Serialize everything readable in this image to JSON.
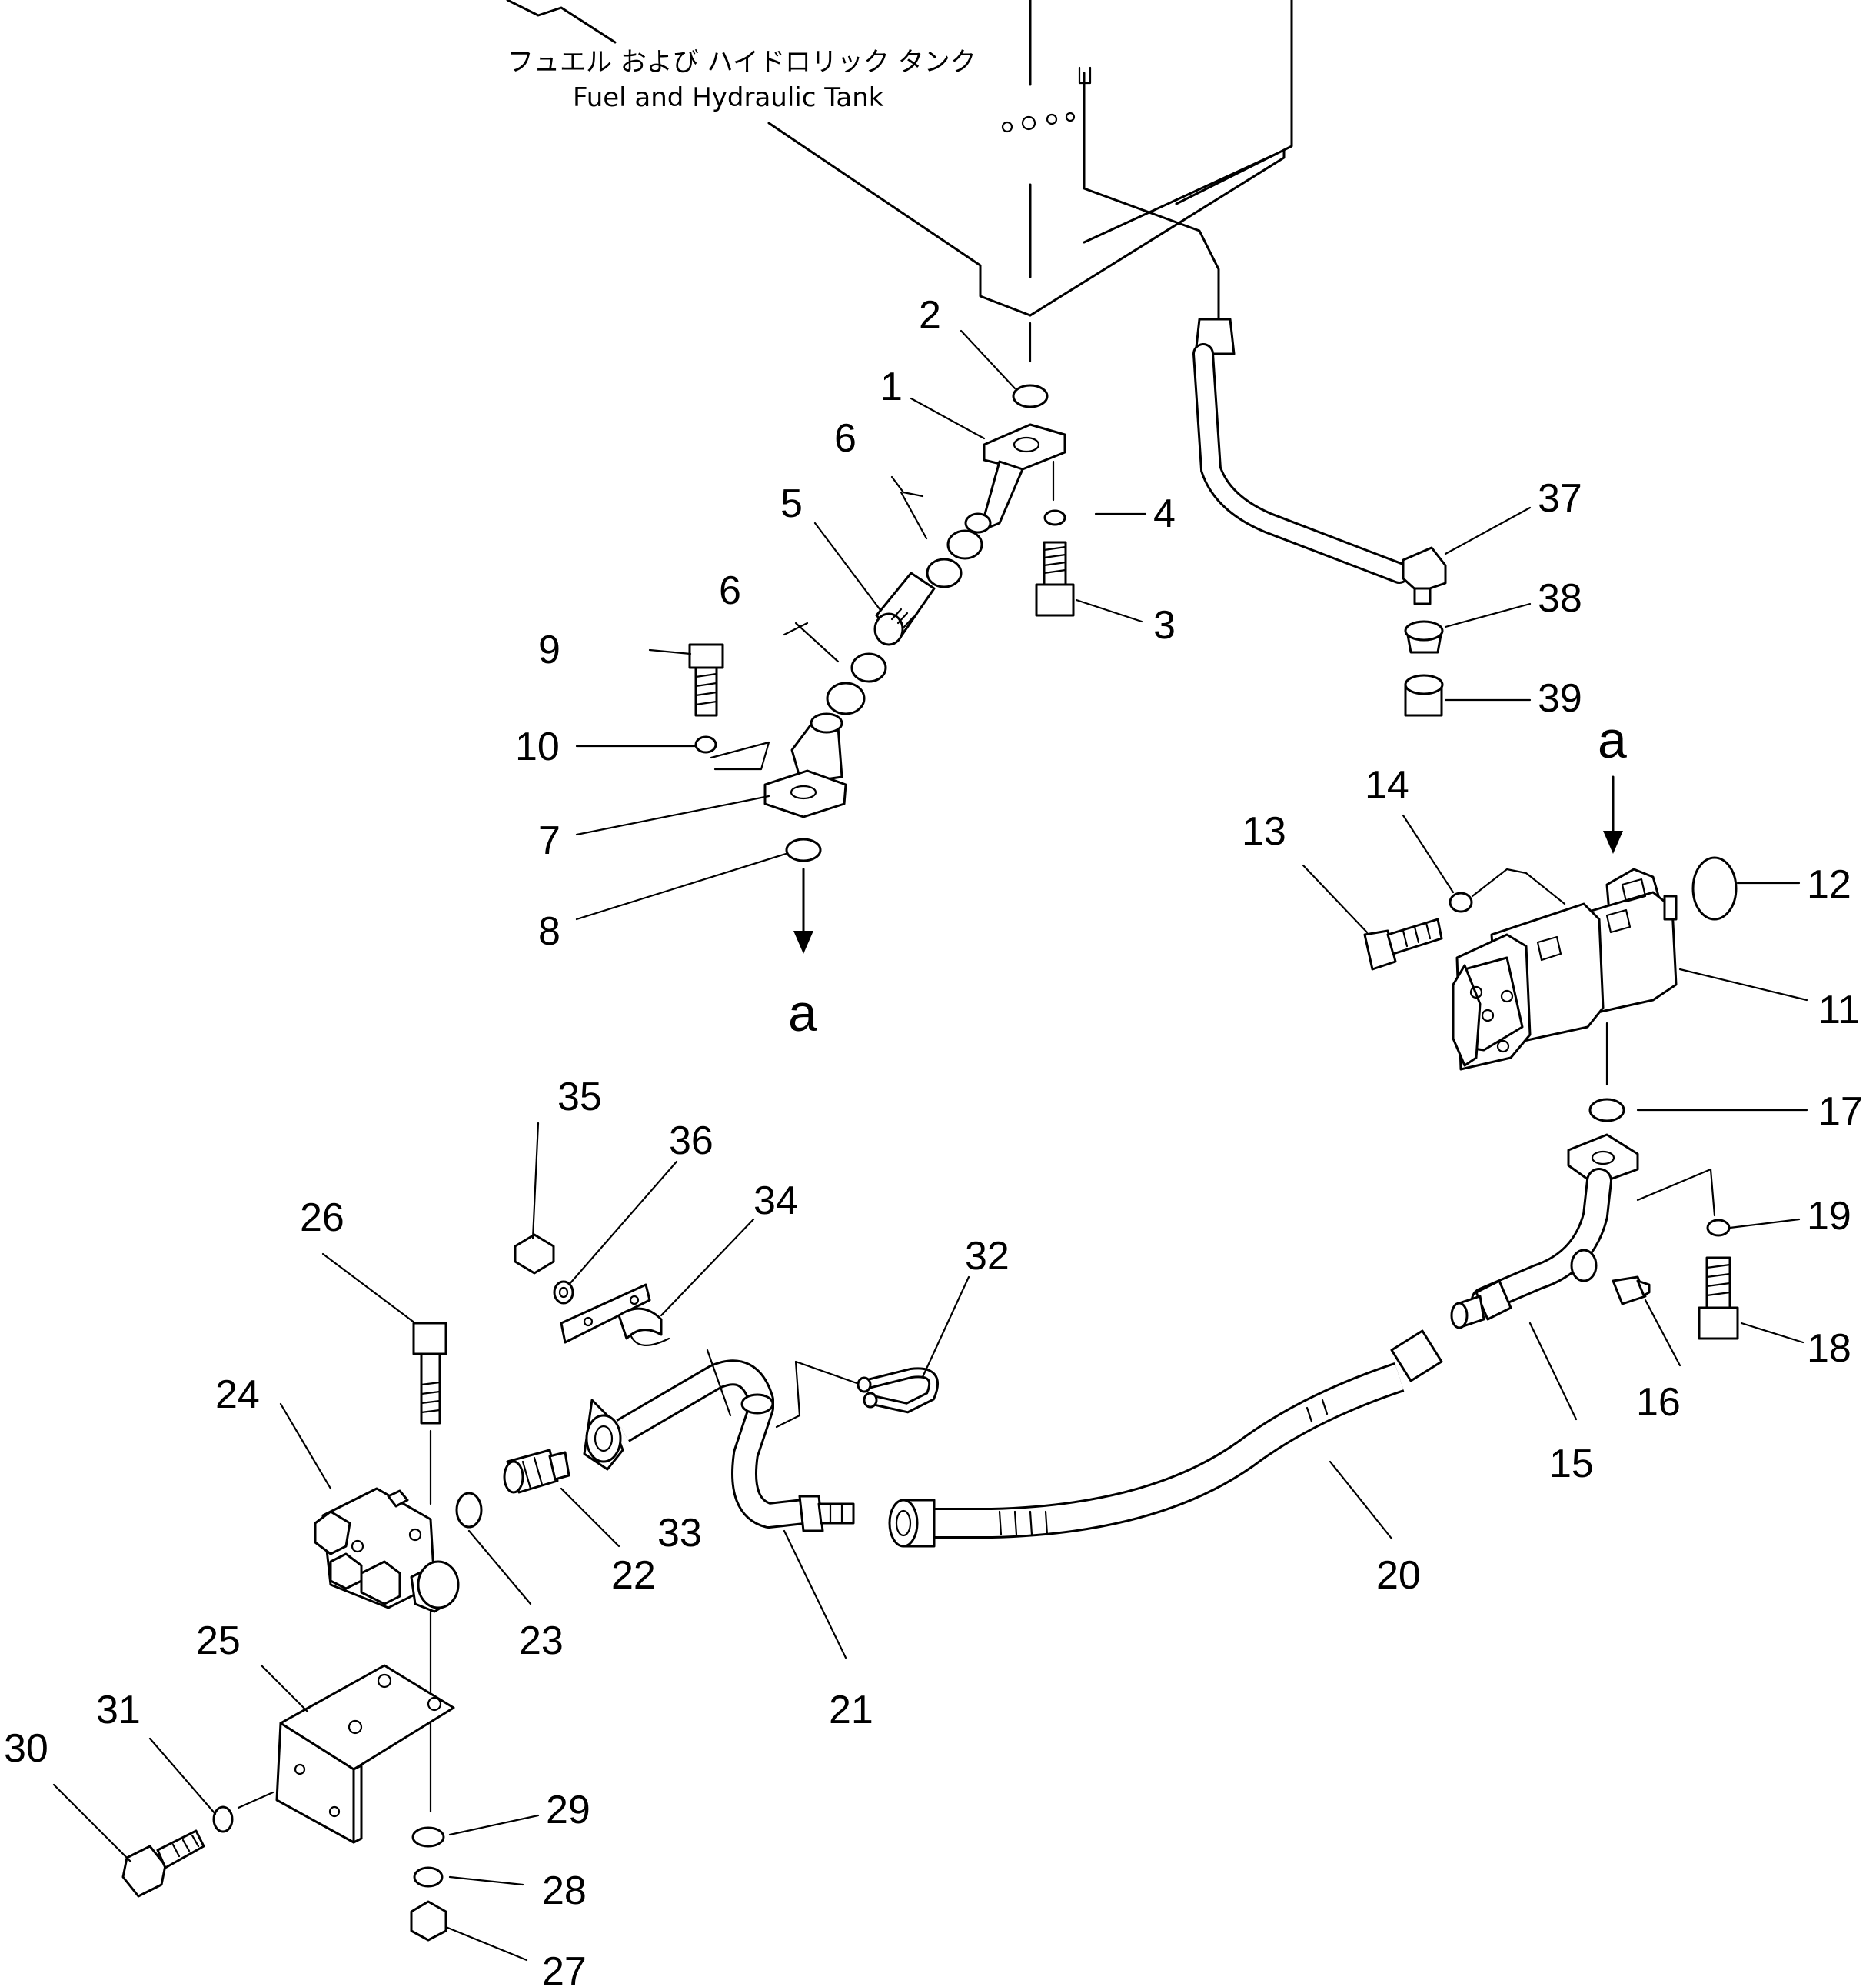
{
  "title": {
    "japanese": "フュエル および ハイドロリック タンク",
    "english": "Fuel and Hydraulic Tank"
  },
  "view_marker": "a",
  "parts": [
    {
      "id": "1",
      "label": "1"
    },
    {
      "id": "2",
      "label": "2"
    },
    {
      "id": "3",
      "label": "3"
    },
    {
      "id": "4",
      "label": "4"
    },
    {
      "id": "5",
      "label": "5"
    },
    {
      "id": "6a",
      "label": "6"
    },
    {
      "id": "6b",
      "label": "6"
    },
    {
      "id": "7",
      "label": "7"
    },
    {
      "id": "8",
      "label": "8"
    },
    {
      "id": "9",
      "label": "9"
    },
    {
      "id": "10",
      "label": "10"
    },
    {
      "id": "11",
      "label": "11"
    },
    {
      "id": "12",
      "label": "12"
    },
    {
      "id": "13",
      "label": "13"
    },
    {
      "id": "14",
      "label": "14"
    },
    {
      "id": "15",
      "label": "15"
    },
    {
      "id": "16",
      "label": "16"
    },
    {
      "id": "17",
      "label": "17"
    },
    {
      "id": "18",
      "label": "18"
    },
    {
      "id": "19",
      "label": "19"
    },
    {
      "id": "20",
      "label": "20"
    },
    {
      "id": "21",
      "label": "21"
    },
    {
      "id": "22",
      "label": "22"
    },
    {
      "id": "23",
      "label": "23"
    },
    {
      "id": "24",
      "label": "24"
    },
    {
      "id": "25",
      "label": "25"
    },
    {
      "id": "26",
      "label": "26"
    },
    {
      "id": "27",
      "label": "27"
    },
    {
      "id": "28",
      "label": "28"
    },
    {
      "id": "29",
      "label": "29"
    },
    {
      "id": "30",
      "label": "30"
    },
    {
      "id": "31",
      "label": "31"
    },
    {
      "id": "32",
      "label": "32"
    },
    {
      "id": "33",
      "label": "33"
    },
    {
      "id": "34",
      "label": "34"
    },
    {
      "id": "35",
      "label": "35"
    },
    {
      "id": "36",
      "label": "36"
    },
    {
      "id": "37",
      "label": "37"
    },
    {
      "id": "38",
      "label": "38"
    },
    {
      "id": "39",
      "label": "39"
    }
  ]
}
